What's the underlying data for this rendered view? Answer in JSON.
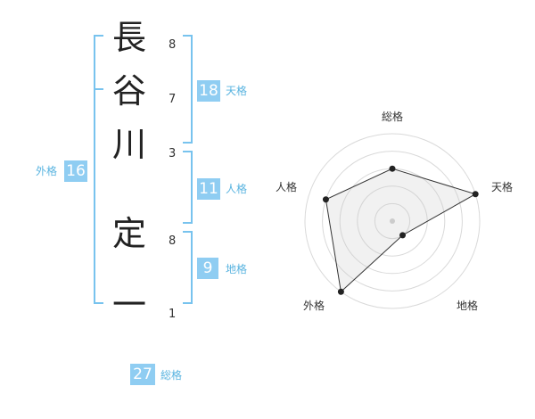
{
  "name_chars": [
    {
      "char": "長",
      "strokes": "8"
    },
    {
      "char": "谷",
      "strokes": "7"
    },
    {
      "char": "川",
      "strokes": "3"
    },
    {
      "char": "定",
      "strokes": "8"
    },
    {
      "char": "一",
      "strokes": "1"
    }
  ],
  "fortunes": {
    "tenkaku": {
      "label": "天格",
      "value": "18"
    },
    "jinkaku": {
      "label": "人格",
      "value": "11"
    },
    "chikaku": {
      "label": "地格",
      "value": "9"
    },
    "gaikaku": {
      "label": "外格",
      "value": "16"
    },
    "soukaku": {
      "label": "総格",
      "value": "27"
    }
  },
  "chart_data": {
    "type": "radar",
    "axes": [
      "総格",
      "天格",
      "地格",
      "外格",
      "人格"
    ],
    "values": [
      3,
      5,
      1,
      5,
      4
    ],
    "max": 5,
    "rings": 5
  },
  "colors": {
    "accent": "#8fcdf2",
    "bracket": "#78c3ee",
    "label": "#5ab4e0"
  }
}
